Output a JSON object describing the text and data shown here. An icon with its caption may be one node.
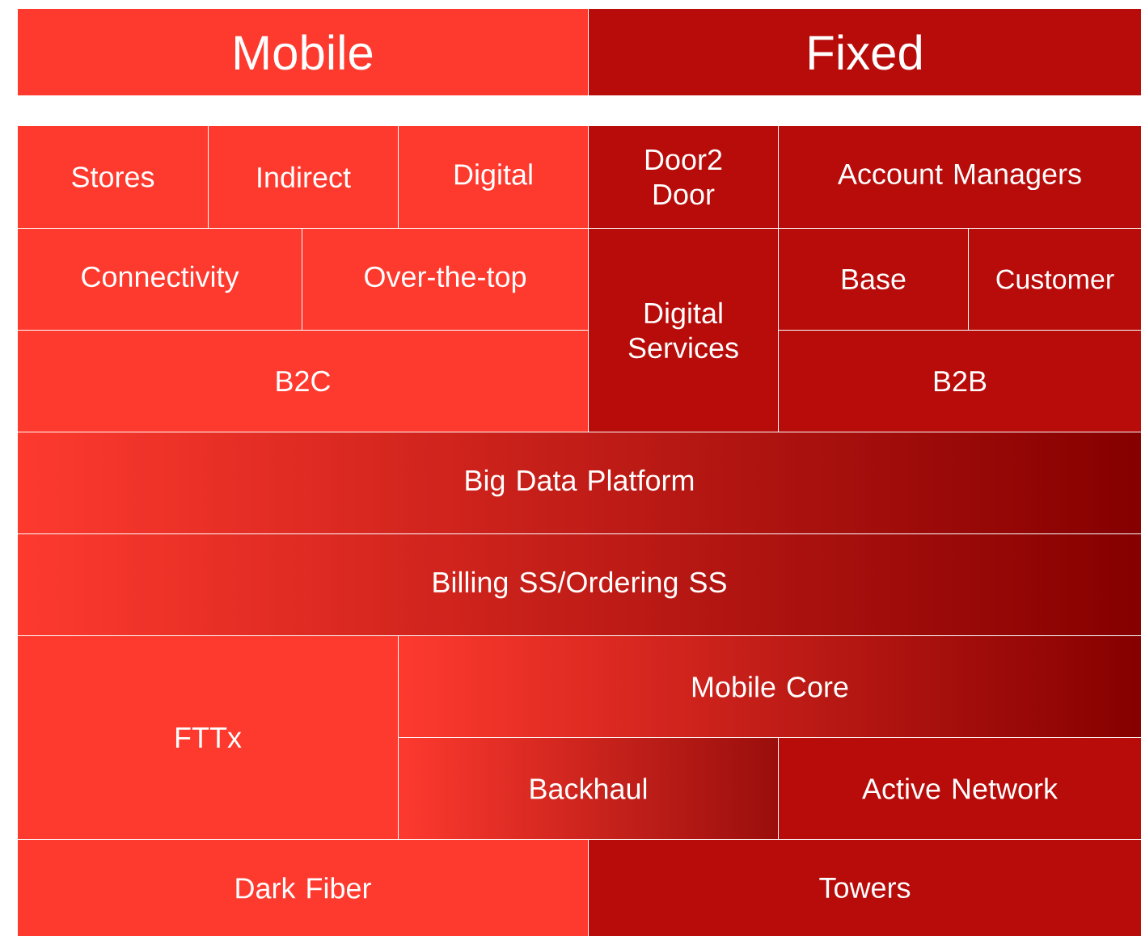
{
  "diagram": {
    "nodes": [
      {
        "text": [
          "Mobile"
        ]
      },
      {
        "text": [
          "Fixed"
        ]
      },
      {
        "text": [
          "Stores"
        ]
      },
      {
        "text": [
          "Indirect"
        ]
      },
      {
        "text": [
          "Digital"
        ]
      },
      {
        "text": [
          "Door2 Door"
        ]
      },
      {
        "text": [
          "Account Managers"
        ]
      },
      {
        "text": [
          "Connectivity"
        ]
      },
      {
        "text": [
          "Over-the-top"
        ]
      },
      {
        "text": [
          "Digital Services"
        ]
      },
      {
        "text": [
          "Base"
        ]
      },
      {
        "text": [
          "Customer"
        ]
      },
      {
        "text": [
          "B2C"
        ]
      },
      {
        "text": [
          "B2B"
        ]
      },
      {
        "text": [
          "Big Data Platform"
        ]
      },
      {
        "text": [
          "Billing SS/Ordering SS"
        ]
      },
      {
        "text": [
          "FTTx"
        ]
      },
      {
        "text": [
          "Mobile Core"
        ]
      },
      {
        "text": [
          "Backhaul"
        ]
      },
      {
        "text": [
          "Active Network"
        ]
      },
      {
        "text": [
          "Dark Fiber"
        ]
      },
      {
        "text": [
          "Towers"
        ]
      }
    ]
  }
}
